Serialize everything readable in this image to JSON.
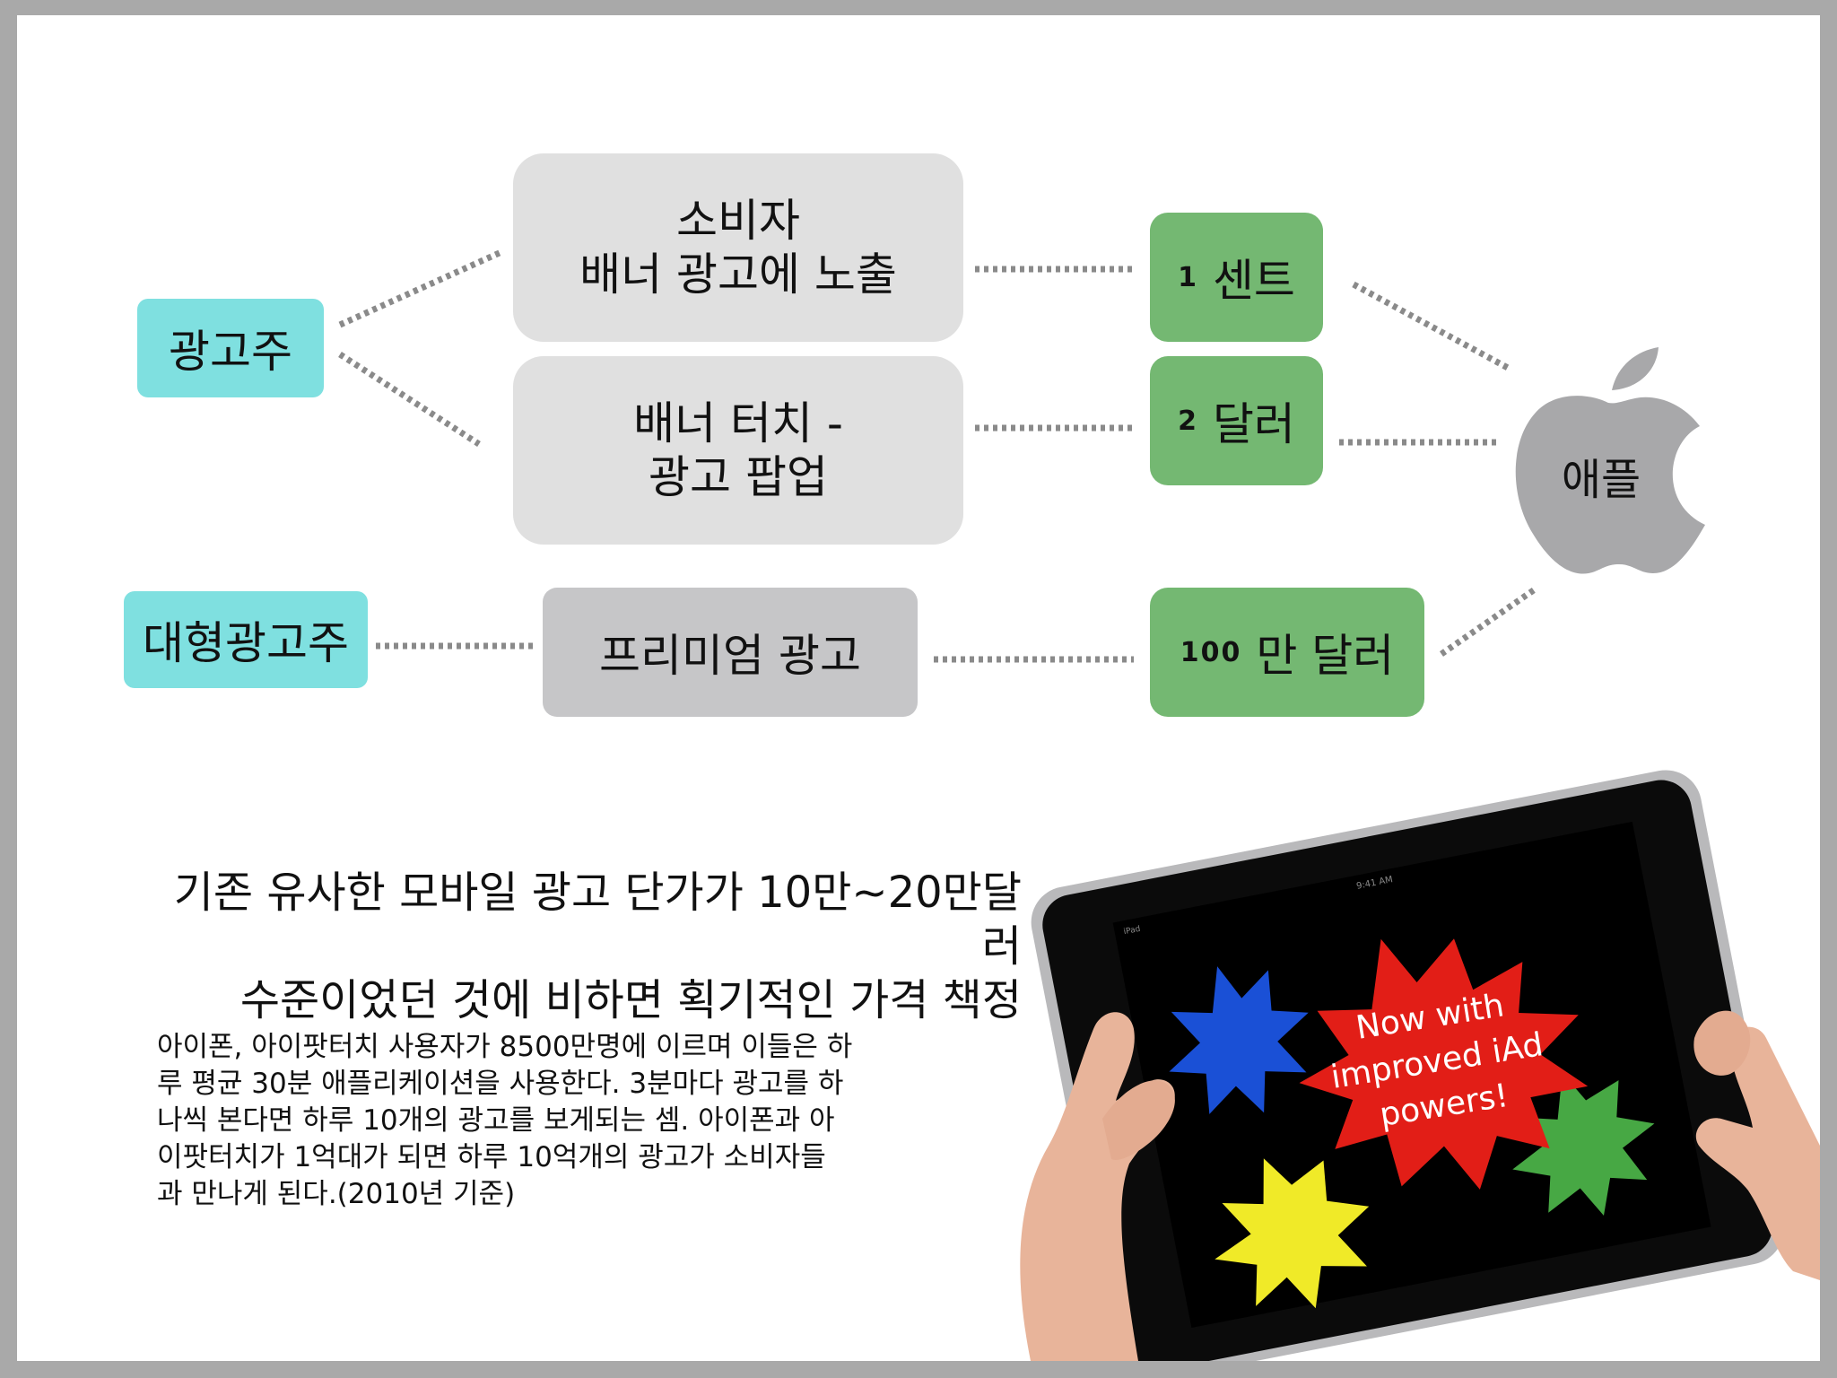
{
  "diagram": {
    "advertiser": "광고주",
    "big_advertiser": "대형광고주",
    "banner_exposure": [
      "소비자",
      "배너 광고에 노출"
    ],
    "banner_touch": [
      "배너 터치 -",
      "광고 팝업"
    ],
    "premium_ad": "프리미엄 광고",
    "price_cent": {
      "num": "1",
      "unit": "센트"
    },
    "price_dollar": {
      "num": "2",
      "unit": "달러"
    },
    "price_million": {
      "num": "100",
      "unit": "만 달러"
    },
    "apple": "애플"
  },
  "heading": {
    "line1": "기존 유사한 모바일 광고 단가가 10만~20만달",
    "line2": "러",
    "line3": "수준이었던 것에 비하면 획기적인 가격 책정"
  },
  "paragraph": {
    "lines": [
      "아이폰, 아이팟터치 사용자가 8500만명에 이르며 이들은 하",
      "루 평균 30분 애플리케이션을 사용한다. 3분마다 광고를 하",
      "나씩 본다면 하루 10개의 광고를 보게되는 셈. 아이폰과 아",
      "이팟터치가 1억대가 되면 하루 10억개의 광고가 소비자들",
      "과 만나게 된다.(2010년 기준)"
    ]
  },
  "tablet": {
    "promo_lines": [
      "Now with",
      "improved iAd",
      "powers!"
    ],
    "status_time": "9:41 AM",
    "status_left": "iPad"
  },
  "colors": {
    "teal": "#7fe0e0",
    "green": "#74b872",
    "light_gray": "#e0e0e0",
    "mid_gray": "#c6c6c8",
    "apple_gray": "#a8a8aa"
  }
}
